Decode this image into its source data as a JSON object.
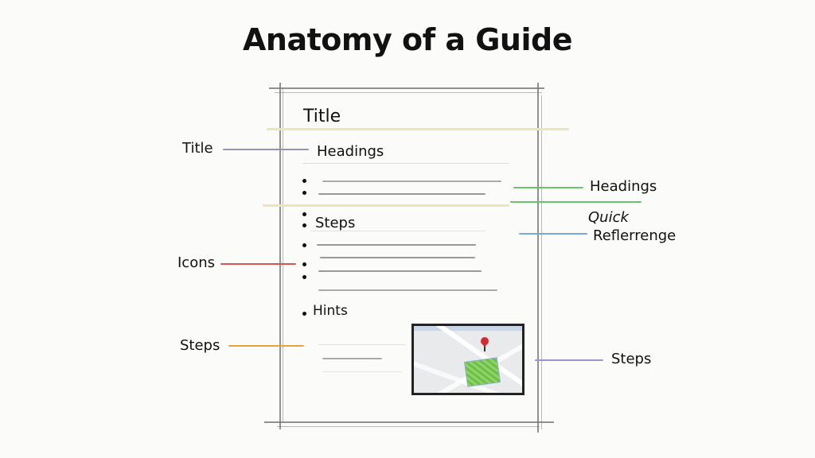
{
  "title": "Anatomy of a Guide",
  "document": {
    "title": "Title",
    "heading": "Headings",
    "steps": "Steps",
    "tips": "Hints"
  },
  "labels": {
    "left": [
      {
        "text": "Title",
        "color": "#9b8fb5"
      },
      {
        "text": "Icons",
        "color": "#d9534f"
      },
      {
        "text": "Steps",
        "color": "#e8a33a"
      }
    ],
    "right": [
      {
        "text": "Headings",
        "color": "#6cc36c"
      },
      {
        "text": "Quick",
        "color": "#7aa7d6"
      },
      {
        "text": "Reflerrenge",
        "color": "#7aa7d6"
      },
      {
        "text": "Steps",
        "color": "#9b95c9"
      }
    ]
  },
  "colors": {
    "highlight": "#f2e2b8",
    "map_park": "#8fd36a",
    "map_pin": "#d42a2a"
  }
}
